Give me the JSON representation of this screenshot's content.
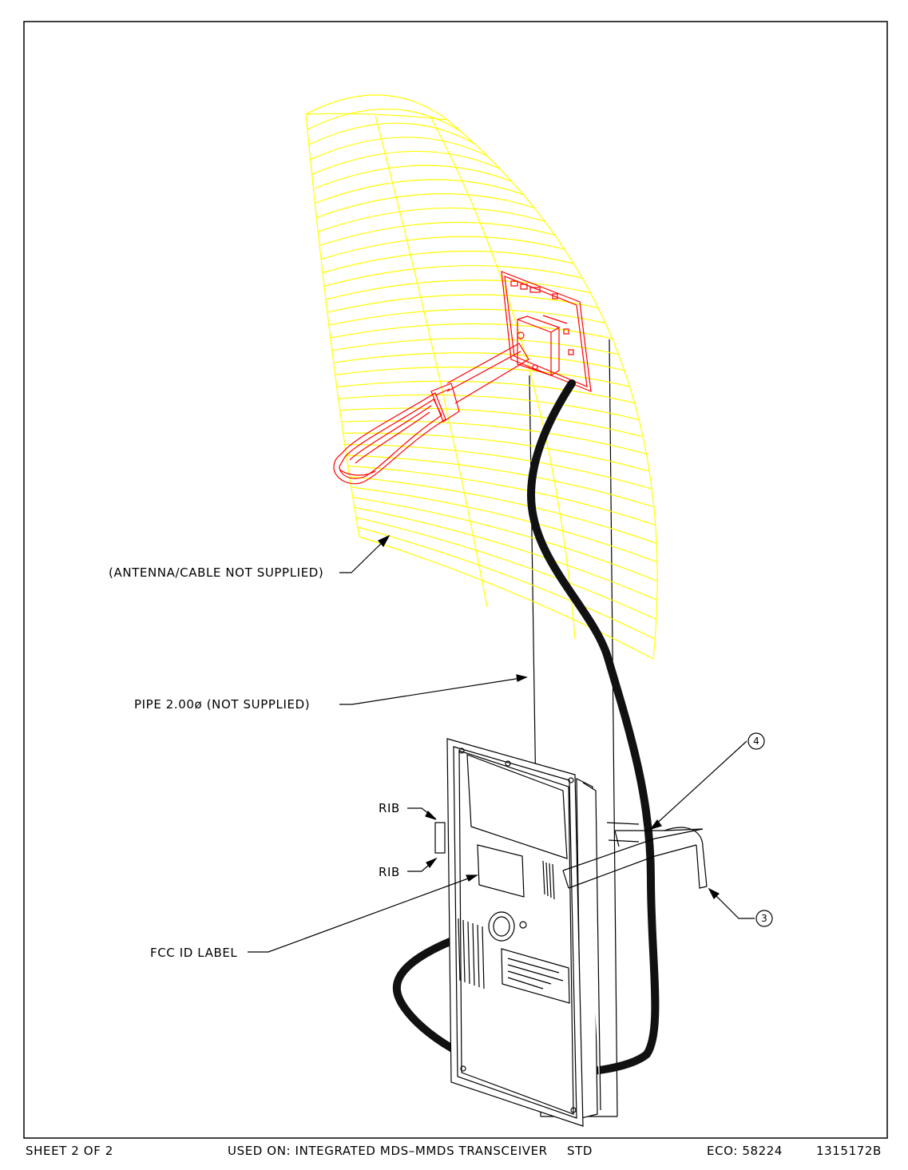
{
  "callouts": {
    "antenna": "(ANTENNA/CABLE NOT SUPPLIED)",
    "pipe": "PIPE 2.00ø (NOT SUPPLIED)",
    "rib_upper": "RIB",
    "rib_lower": "RIB",
    "fcc_label": "FCC ID LABEL",
    "item_4": "4",
    "item_3": "3"
  },
  "title_block": {
    "sheet": "SHEET 2 OF 2",
    "used_on": "USED ON: INTEGRATED MDS–MMDS TRANSCEIVER",
    "std": "STD",
    "eco": "ECO: 58224",
    "part_number": "1315172B"
  },
  "colors": {
    "antenna_grid": "#ffff00",
    "feed_assembly": "#ff0000",
    "linework": "#000000",
    "cable": "#111111"
  }
}
